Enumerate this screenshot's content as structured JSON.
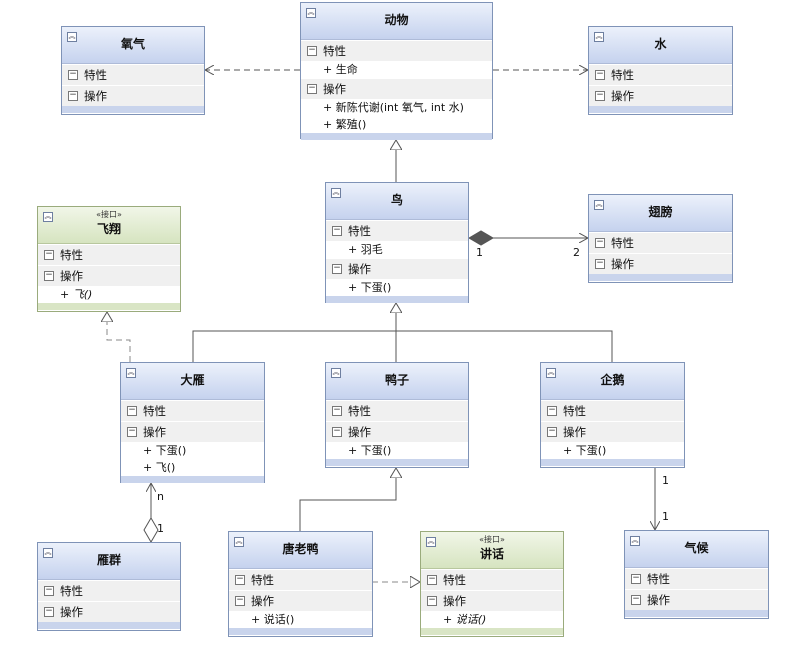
{
  "labels": {
    "attributes": "特性",
    "operations": "操作"
  },
  "stereotype_interface": "«接口»",
  "classes": {
    "animal": {
      "name": "动物",
      "attrs": [
        "+ 生命"
      ],
      "ops": [
        "+ 新陈代谢(int 氧气, int 水)",
        "+ 繁殖()"
      ]
    },
    "oxygen": {
      "name": "氧气"
    },
    "water": {
      "name": "水"
    },
    "bird": {
      "name": "鸟",
      "attrs": [
        "+ 羽毛"
      ],
      "ops": [
        "+ 下蛋()"
      ]
    },
    "wing": {
      "name": "翅膀"
    },
    "fly": {
      "name": "飞翔",
      "ops": [
        "+ 飞()"
      ]
    },
    "goose": {
      "name": "大雁",
      "ops": [
        "+ 下蛋()",
        "+ 飞()"
      ]
    },
    "duck": {
      "name": "鸭子",
      "ops": [
        "+ 下蛋()"
      ]
    },
    "penguin": {
      "name": "企鹅",
      "ops": [
        "+ 下蛋()"
      ]
    },
    "flock": {
      "name": "雁群"
    },
    "donald": {
      "name": "唐老鸭",
      "ops": [
        "+ 说话()"
      ]
    },
    "speak": {
      "name": "讲话",
      "ops": [
        "+ 说话()"
      ]
    },
    "climate": {
      "name": "气候"
    }
  },
  "multiplicities": {
    "bird_wing_1": "1",
    "bird_wing_2": "2",
    "goose_flock_n": "n",
    "goose_flock_1": "1",
    "penguin_climate_a": "1",
    "penguin_climate_b": "1"
  },
  "colors": {
    "class_border": "#7f93b7",
    "interface_border": "#9aab7c",
    "line": "#7d7d7d"
  }
}
